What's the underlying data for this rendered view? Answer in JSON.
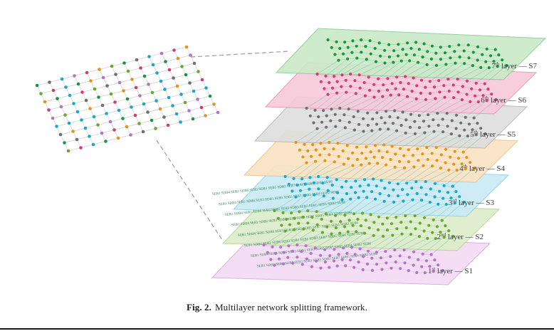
{
  "caption": {
    "label": "Fig. 2.",
    "text": "Multilayer network splitting framework."
  },
  "diagram": {
    "dashed_color": "#9b9b9b",
    "connector_color": "#3db3a5",
    "tiny_labels": "SEB1 SDB4 SEB2 SDB6 SEB3 SDB1 SEB5 SDB3 SEB7 SDB5 SEB4 SDB2 SEB6",
    "aggregate_grid": {
      "edge_color": "#cfcfcf",
      "palette": [
        "#17953f",
        "#d23b74",
        "#6f6f6f",
        "#e0941a",
        "#1ba6cc",
        "#67a832",
        "#b273c9"
      ]
    },
    "layers": [
      {
        "id": "S7",
        "ordinal": "7",
        "suffix": "th",
        "rest": " layer — S7",
        "fill": "#c9eac6",
        "stroke": "#8cc996",
        "dot": "#17953f"
      },
      {
        "id": "S6",
        "ordinal": "6",
        "suffix": "th",
        "rest": " layer — S6",
        "fill": "#f8c9da",
        "stroke": "#ec93b6",
        "dot": "#d23b74"
      },
      {
        "id": "S5",
        "ordinal": "5",
        "suffix": "th",
        "rest": " layer — S5",
        "fill": "#dedede",
        "stroke": "#b5b5b5",
        "dot": "#6f6f6f"
      },
      {
        "id": "S4",
        "ordinal": "4",
        "suffix": "th",
        "rest": " layer — S4",
        "fill": "#fbe3c4",
        "stroke": "#eec089",
        "dot": "#e0941a"
      },
      {
        "id": "S3",
        "ordinal": "3",
        "suffix": "rd",
        "rest": " layer — S3",
        "fill": "#c9eaf6",
        "stroke": "#8fd2ea",
        "dot": "#1ba6cc"
      },
      {
        "id": "S2",
        "ordinal": "2",
        "suffix": "nd",
        "rest": " layer — S2",
        "fill": "#dcedc9",
        "stroke": "#b3d68f",
        "dot": "#67a832"
      },
      {
        "id": "S1",
        "ordinal": "1",
        "suffix": "st",
        "rest": " layer — S1",
        "fill": "#f2dbf4",
        "stroke": "#d9a7de",
        "dot": "#b273c9"
      }
    ]
  }
}
